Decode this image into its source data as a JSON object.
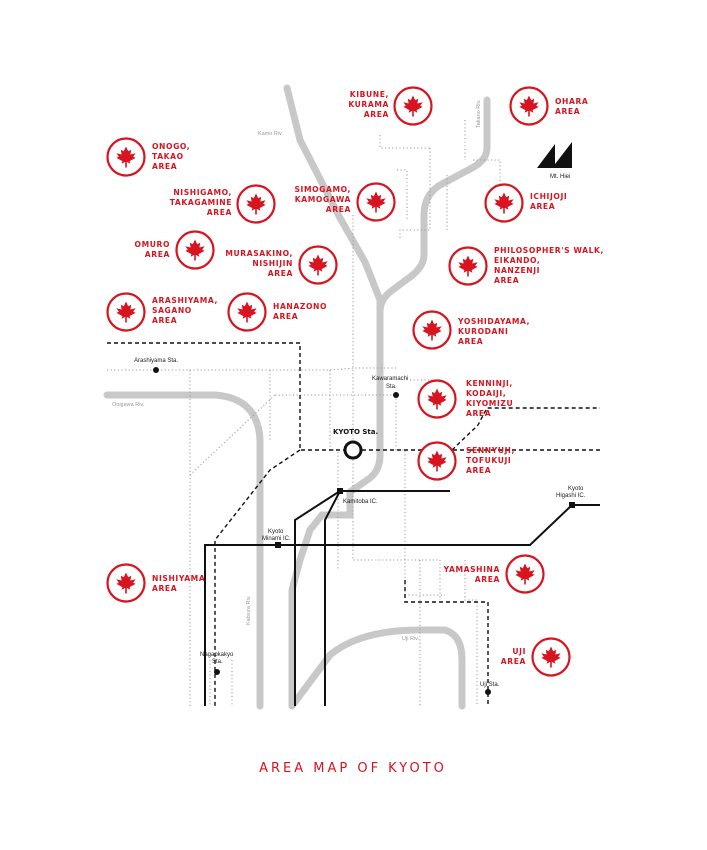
{
  "title": "AREA MAP OF KYOTO",
  "colors": {
    "accent": "#d7141f",
    "river": "#c8c8c8",
    "rail": "#111111",
    "dotted": "#9a9a9a"
  },
  "icons": {
    "area_marker": "maple-leaf-icon",
    "mountain": "mountain-icon"
  },
  "mountain_label": "Mt. Hiei",
  "kyoto_station": "KYOTO Sta.",
  "rivers": {
    "kamo": "Kamo Riv.",
    "takano": "Takano Riv.",
    "oigawa": "Ooigawa Riv.",
    "katsura": "Katsura Riv.",
    "uji": "Uji Riv."
  },
  "stations": {
    "arashiyama": "Arashiyama Sta.",
    "kawaramachi": [
      "Kawaramachi",
      "Sta."
    ],
    "kamitoba": "Kamitoba IC.",
    "kyoto_minami": [
      "Kyoto",
      "Minami IC."
    ],
    "kyoto_higashi": [
      "Kyoto",
      "Higashi IC."
    ],
    "nagaokakyo": [
      "Nagaokakyo",
      "Sta."
    ],
    "uji": "Uji Sta."
  },
  "areas": {
    "kibune": [
      "KIBUNE,",
      "KURAMA",
      "AREA"
    ],
    "ohara": [
      "OHARA",
      "AREA"
    ],
    "onogo": [
      "ONOGO,",
      "TAKAO",
      "AREA"
    ],
    "nishigamo": [
      "NISHIGAMO,",
      "TAKAGAMINE",
      "AREA"
    ],
    "simogamo": [
      "SIMOGAMO,",
      "KAMOGAWA",
      "AREA"
    ],
    "ichijoji": [
      "ICHIJOJI",
      "AREA"
    ],
    "omuro": [
      "OMURO",
      "AREA"
    ],
    "murasakino": [
      "MURASAKINO,",
      "NISHIJIN",
      "AREA"
    ],
    "philosopher": [
      "PHILOSOPHER'S WALK,",
      "EIKANDO,",
      "NANZENJI",
      "AREA"
    ],
    "arashiyama": [
      "ARASHIYAMA,",
      "SAGANO",
      "AREA"
    ],
    "hanazono": [
      "HANAZONO",
      "AREA"
    ],
    "yoshida": [
      "YOSHIDAYAMA,",
      "KURODANI",
      "AREA"
    ],
    "kenninji": [
      "KENNINJI,",
      "KODAIJI,",
      "KIYOMIZU",
      "AREA"
    ],
    "sennyuji": [
      "SENNYUJI,",
      "TOFUKUJI",
      "AREA"
    ],
    "nishiyama": [
      "NISHIYAMA",
      "AREA"
    ],
    "yamashina": [
      "YAMASHINA",
      "AREA"
    ],
    "uji": [
      "UJI",
      "AREA"
    ]
  }
}
